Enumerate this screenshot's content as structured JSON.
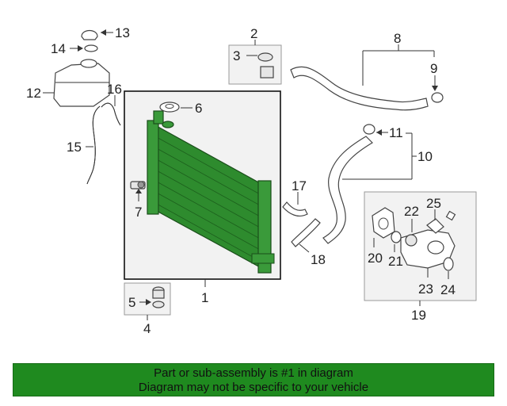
{
  "callouts": {
    "c1": "1",
    "c2": "2",
    "c3": "3",
    "c4": "4",
    "c5": "5",
    "c6": "6",
    "c7": "7",
    "c8": "8",
    "c9": "9",
    "c10": "10",
    "c11": "11",
    "c12": "12",
    "c13": "13",
    "c14": "14",
    "c15": "15",
    "c16": "16",
    "c17": "17",
    "c18": "18",
    "c19": "19",
    "c20": "20",
    "c21": "21",
    "c22": "22",
    "c23": "23",
    "c24": "24",
    "c25": "25"
  },
  "colors": {
    "highlight": "#1f8a1f",
    "radiator_fill": "#2e8b2e",
    "box_fill": "#f2f2f2"
  },
  "footer": {
    "line1": "Part or sub-assembly is #1 in diagram",
    "line2": "Diagram may not be specific to your vehicle"
  }
}
